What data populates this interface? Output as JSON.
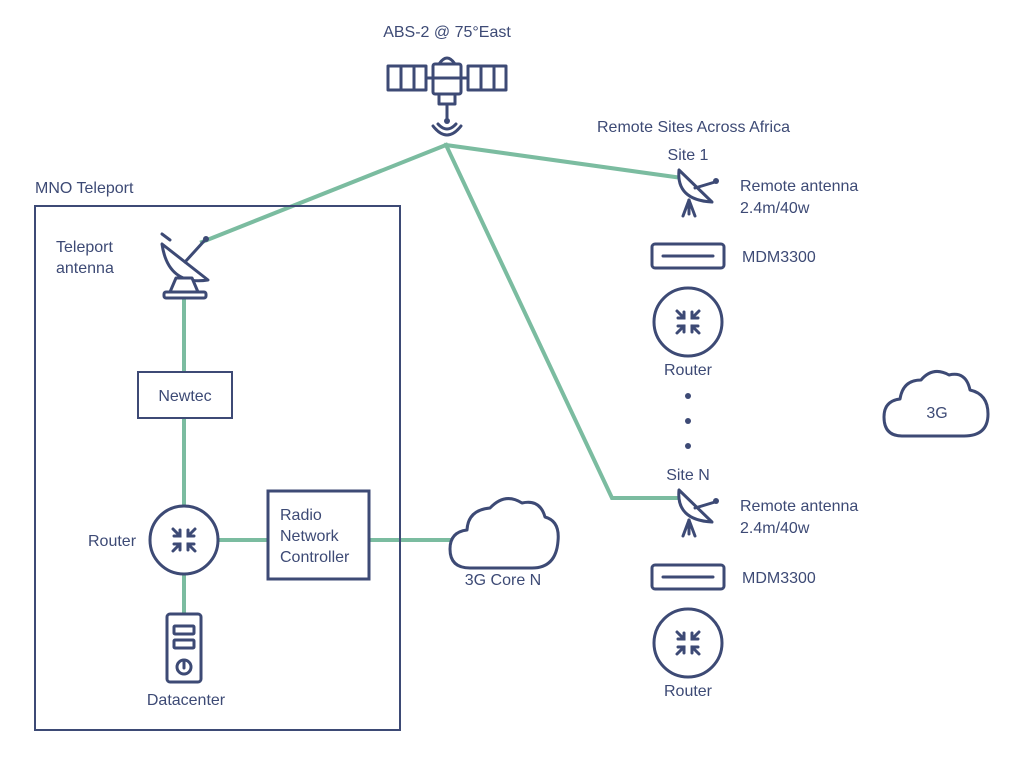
{
  "satellite": {
    "label": "ABS-2 @ 75°East"
  },
  "teleport": {
    "title": "MNO Teleport",
    "antenna_label_line1": "Teleport",
    "antenna_label_line2": "antenna",
    "newtec_label": "Newtec",
    "router_label": "Router",
    "rnc_line1": "Radio",
    "rnc_line2": "Network",
    "rnc_line3": "Controller",
    "datacenter_label": "Datacenter"
  },
  "core": {
    "label": "3G Core N"
  },
  "remote": {
    "title": "Remote Sites Across Africa",
    "site1": {
      "name": "Site 1",
      "antenna_line1": "Remote antenna",
      "antenna_line2": "2.4m/40w",
      "modem_label": "MDM3300",
      "router_label": "Router"
    },
    "siteN": {
      "name": "Site N",
      "antenna_line1": "Remote antenna",
      "antenna_line2": "2.4m/40w",
      "modem_label": "MDM3300",
      "router_label": "Router"
    }
  },
  "cloud_3g": {
    "label": "3G"
  },
  "colors": {
    "line": "#3d4a75",
    "link": "#7bbca0",
    "background": "#ffffff"
  },
  "icons": [
    "satellite-icon",
    "dish-antenna-icon",
    "router-icon",
    "server-icon",
    "cloud-icon",
    "modem-icon"
  ]
}
